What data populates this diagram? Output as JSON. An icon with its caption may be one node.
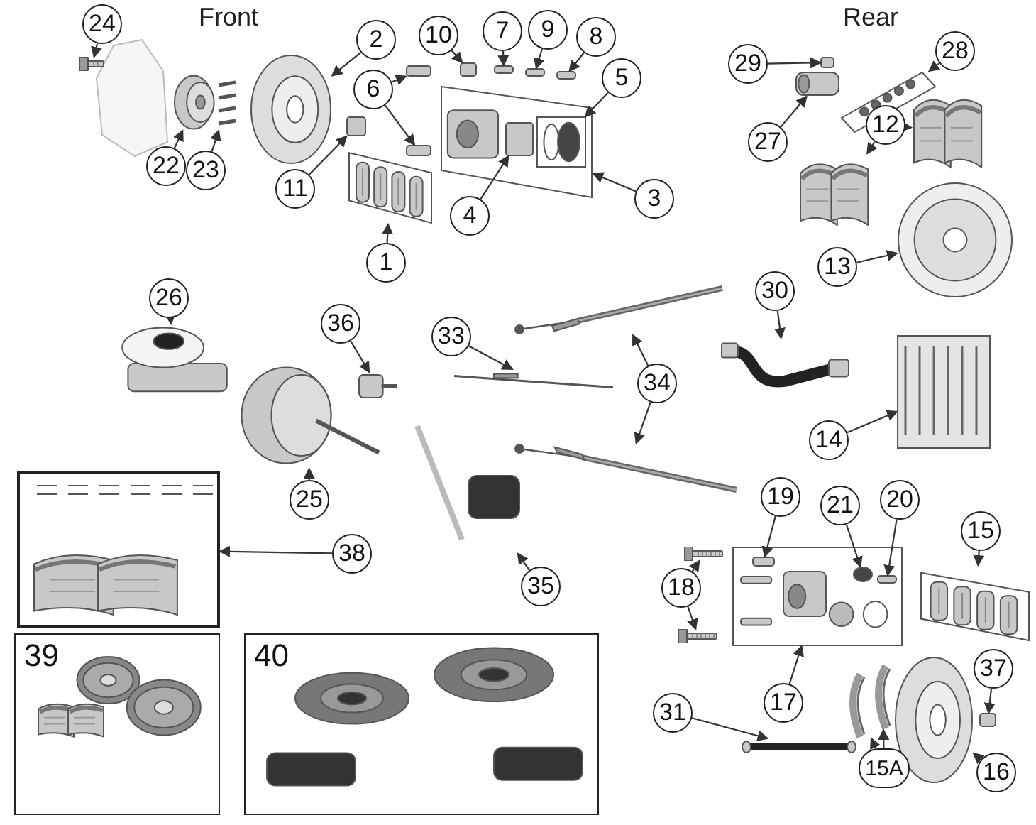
{
  "diagram": {
    "nodes": [
      {
        "text": [
          "24"
        ]
      },
      {
        "text": [],
        "shape": "picture"
      },
      {
        "text": [
          "22"
        ]
      },
      {
        "text": [
          "23"
        ]
      },
      {
        "text": [],
        "shape": "picture"
      },
      {
        "text": [],
        "shape": "picture"
      },
      {
        "text": [
          "2"
        ]
      },
      {
        "text": [],
        "shape": "picture"
      },
      {
        "text": [
          "11"
        ]
      },
      {
        "text": [],
        "shape": "box"
      },
      {
        "text": [
          "6"
        ]
      },
      {
        "text": [],
        "shape": "box"
      },
      {
        "text": [],
        "shape": "box"
      },
      {
        "text": [
          "1"
        ]
      },
      {
        "text": [],
        "shape": "picture"
      },
      {
        "text": [
          "10"
        ]
      },
      {
        "text": [],
        "shape": "box"
      },
      {
        "text": [
          "7"
        ]
      },
      {
        "text": [],
        "shape": "box"
      },
      {
        "text": [
          "9"
        ]
      },
      {
        "text": [],
        "shape": "box"
      },
      {
        "text": [
          "8"
        ]
      },
      {
        "text": [],
        "shape": "box"
      },
      {
        "text": [],
        "shape": "picture"
      },
      {
        "text": [],
        "shape": "picture",
        "in": 23
      },
      {
        "text": [],
        "shape": "box",
        "in": 23
      },
      {
        "text": [
          "5"
        ]
      },
      {
        "text": [
          "4"
        ]
      },
      {
        "text": [
          "3"
        ]
      },
      {
        "text": [
          "29"
        ]
      },
      {
        "text": [],
        "shape": "box"
      },
      {
        "text": [
          "27"
        ]
      },
      {
        "text": [],
        "shape": "picture"
      },
      {
        "text": [
          "28"
        ]
      },
      {
        "text": [],
        "shape": "picture"
      },
      {
        "text": [
          "12"
        ]
      },
      {
        "text": [],
        "shape": "picture"
      },
      {
        "text": [],
        "shape": "picture"
      },
      {
        "text": [
          "13"
        ]
      },
      {
        "text": [],
        "shape": "picture"
      },
      {
        "text": [
          "26"
        ]
      },
      {
        "text": [],
        "shape": "picture"
      },
      {
        "text": [
          "36"
        ]
      },
      {
        "text": [],
        "shape": "picture"
      },
      {
        "text": [
          "33"
        ]
      },
      {
        "text": [],
        "shape": "picture"
      },
      {
        "text": [
          "34"
        ]
      },
      {
        "text": [],
        "shape": "picture"
      },
      {
        "text": [],
        "shape": "picture"
      },
      {
        "text": [
          "30"
        ]
      },
      {
        "text": [],
        "shape": "picture"
      },
      {
        "text": [
          "14"
        ]
      },
      {
        "text": [],
        "shape": "picture"
      },
      {
        "text": [
          "25"
        ]
      },
      {
        "text": [],
        "shape": "picture"
      },
      {
        "text": [],
        "shape": "picture"
      },
      {
        "text": [
          "38"
        ]
      },
      {
        "text": [
          "35"
        ]
      },
      {
        "text": [],
        "shape": "picture"
      },
      {
        "text": [],
        "shape": "picture"
      },
      {
        "text": [],
        "shape": "box",
        "in": 59
      },
      {
        "text": [],
        "shape": "circle",
        "in": 59
      },
      {
        "text": [],
        "shape": "box",
        "in": 59
      },
      {
        "text": [
          "19"
        ]
      },
      {
        "text": [
          "21"
        ]
      },
      {
        "text": [
          "20"
        ]
      },
      {
        "text": [
          "15"
        ]
      },
      {
        "text": [],
        "shape": "picture"
      },
      {
        "text": [
          "18"
        ]
      },
      {
        "text": [],
        "shape": "picture"
      },
      {
        "text": [],
        "shape": "picture"
      },
      {
        "text": [
          "17"
        ]
      },
      {
        "text": [
          "37"
        ]
      },
      {
        "text": [],
        "shape": "box"
      },
      {
        "text": [
          "31"
        ]
      },
      {
        "text": [],
        "shape": "picture"
      },
      {
        "text": [
          "15A"
        ]
      },
      {
        "text": [],
        "shape": "picture"
      },
      {
        "text": [],
        "shape": "picture"
      },
      {
        "text": [
          "16"
        ]
      },
      {
        "text": [],
        "shape": "picture"
      },
      {
        "text": [
          "39"
        ]
      },
      {
        "text": [
          "40"
        ]
      }
    ],
    "edges": [
      {
        "from": 0,
        "to": 1,
        "arrow": "to"
      },
      {
        "from": 2,
        "to": 4,
        "arrow": "to"
      },
      {
        "from": 3,
        "to": 5,
        "arrow": "to"
      },
      {
        "from": 6,
        "to": 7,
        "arrow": "to"
      },
      {
        "from": 8,
        "to": 9,
        "arrow": "to"
      },
      {
        "from": 10,
        "to": 11,
        "arrow": "to"
      },
      {
        "from": 10,
        "to": 12,
        "arrow": "to"
      },
      {
        "from": 13,
        "to": 14,
        "arrow": "to"
      },
      {
        "from": 15,
        "to": 16,
        "arrow": "to"
      },
      {
        "from": 17,
        "to": 18,
        "arrow": "to"
      },
      {
        "from": 19,
        "to": 20,
        "arrow": "to"
      },
      {
        "from": 21,
        "to": 22,
        "arrow": "to"
      },
      {
        "from": 26,
        "to": 24,
        "arrow": "to"
      },
      {
        "from": 27,
        "to": 25,
        "arrow": "to"
      },
      {
        "from": 28,
        "to": 23,
        "arrow": "to"
      },
      {
        "from": 29,
        "to": 30,
        "arrow": "to"
      },
      {
        "from": 31,
        "to": 32,
        "arrow": "to"
      },
      {
        "from": 33,
        "to": 34,
        "arrow": "to"
      },
      {
        "from": 35,
        "to": 36,
        "arrow": "to"
      },
      {
        "from": 35,
        "to": 37,
        "arrow": "to"
      },
      {
        "from": 38,
        "to": 39,
        "arrow": "to"
      },
      {
        "from": 40,
        "to": 41,
        "arrow": "to"
      },
      {
        "from": 42,
        "to": 43,
        "arrow": "to"
      },
      {
        "from": 44,
        "to": 45,
        "arrow": "to"
      },
      {
        "from": 46,
        "to": 47,
        "arrow": "to"
      },
      {
        "from": 46,
        "to": 48,
        "arrow": "to"
      },
      {
        "from": 49,
        "to": 50,
        "arrow": "to"
      },
      {
        "from": 51,
        "to": 52,
        "arrow": "to"
      },
      {
        "from": 53,
        "to": 54,
        "arrow": "to"
      },
      {
        "from": 56,
        "to": 55,
        "arrow": "to"
      },
      {
        "from": 57,
        "to": 58,
        "arrow": "to"
      },
      {
        "from": 63,
        "to": 60,
        "arrow": "to"
      },
      {
        "from": 64,
        "to": 61,
        "arrow": "to"
      },
      {
        "from": 65,
        "to": 62,
        "arrow": "to"
      },
      {
        "from": 66,
        "to": 67,
        "arrow": "to"
      },
      {
        "from": 68,
        "to": 69,
        "arrow": "to"
      },
      {
        "from": 68,
        "to": 70,
        "arrow": "to"
      },
      {
        "from": 71,
        "to": 59,
        "arrow": "to"
      },
      {
        "from": 72,
        "to": 73,
        "arrow": "to"
      },
      {
        "from": 74,
        "to": 75,
        "arrow": "to"
      },
      {
        "from": 76,
        "to": 77,
        "arrow": "to"
      },
      {
        "from": 76,
        "to": 78,
        "arrow": "to"
      },
      {
        "from": 79,
        "to": 80,
        "arrow": "to"
      }
    ],
    "labels": [
      "Front",
      "Rear"
    ]
  }
}
